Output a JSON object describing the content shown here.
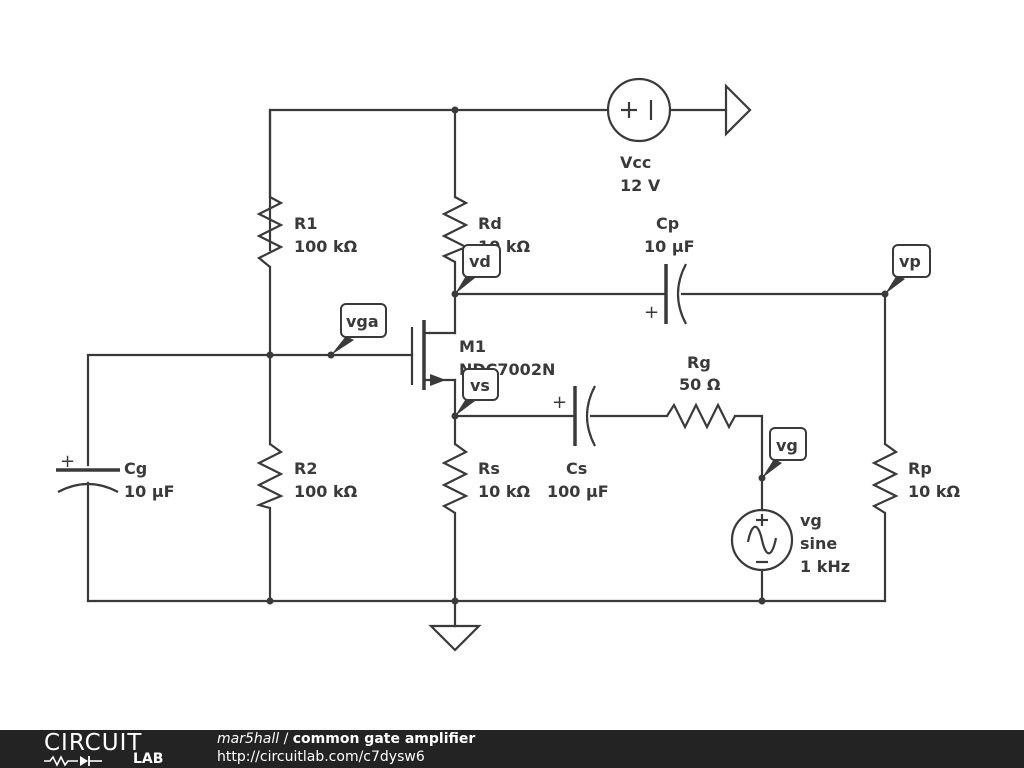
{
  "components": {
    "R1": {
      "name": "R1",
      "value": "100 kΩ"
    },
    "R2": {
      "name": "R2",
      "value": "100 kΩ"
    },
    "Rd": {
      "name": "Rd",
      "value": "10 kΩ"
    },
    "Rs": {
      "name": "Rs",
      "value": "10 kΩ"
    },
    "Rg": {
      "name": "Rg",
      "value": "50 Ω"
    },
    "Rp": {
      "name": "Rp",
      "value": "10 kΩ"
    },
    "Cg": {
      "name": "Cg",
      "value": "10 µF"
    },
    "Cs": {
      "name": "Cs",
      "value": "100 µF"
    },
    "Cp": {
      "name": "Cp",
      "value": "10 µF"
    },
    "M1": {
      "name": "M1",
      "value": "NDC7002N"
    },
    "Vcc": {
      "name": "Vcc",
      "value": "12 V"
    },
    "vg": {
      "name": "vg",
      "type": "sine",
      "value": "1 kHz"
    }
  },
  "probes": {
    "vga": "vga",
    "vd": "vd",
    "vs": "vs",
    "vp": "vp",
    "vg": "vg"
  },
  "footer": {
    "logo_top": "CIRCUIT",
    "logo_bottom": "LAB",
    "author": "mar5hall",
    "separator": "/",
    "title": "common gate amplifier",
    "url": "http://circuitlab.com/c7dysw6"
  }
}
